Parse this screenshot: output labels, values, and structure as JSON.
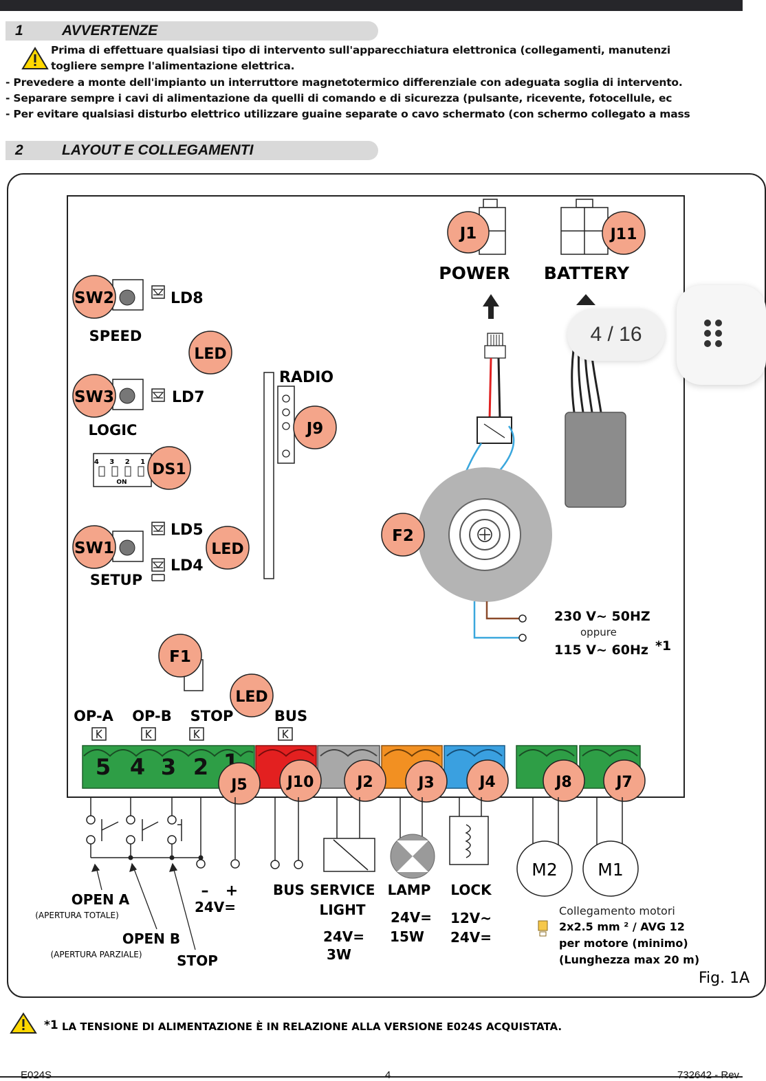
{
  "sections": {
    "s1_num": "1",
    "s1_title": "AVVERTENZE",
    "s2_num": "2",
    "s2_title": "LAYOUT E COLLEGAMENTI"
  },
  "warnings": {
    "w1a": "Prima di effettuare qualsiasi tipo di intervento sull'apparecchiatura elettronica (collegamenti, manutenzi",
    "w1b": "togliere sempre l'alimentazione elettrica.",
    "w2": "-  Prevedere a monte dell'impianto un interruttore magnetotermico differenziale con adeguata soglia di intervento.",
    "w3": "-  Separare sempre i cavi di alimentazione da quelli di comando e di sicurezza (pulsante, ricevente, fotocellule, ec",
    "w4": "-  Per evitare qualsiasi disturbo elettrico utilizzare guaine separate o cavo schermato (con schermo collegato a mass"
  },
  "board": {
    "j1": "J1",
    "j11": "J11",
    "power": "POWER",
    "battery": "BATTERY",
    "sw2": "SW2",
    "ld8": "LD8",
    "speed": "SPEED",
    "led": "LED",
    "sw3": "SW3",
    "ld7": "LD7",
    "logic": "LOGIC",
    "ds1": "DS1",
    "dip_nums": "4 3 2 1",
    "dip_on": "ON",
    "sw1": "SW1",
    "ld5": "LD5",
    "ld4": "LD4",
    "setup": "SETUP",
    "radio": "RADIO",
    "j9": "J9",
    "f2": "F2",
    "f1": "F1",
    "v230": "230 V~ 50HZ",
    "oppure": "oppure",
    "v115": "115 V~ 60Hz",
    "v115_note": "*1",
    "opa": "OP-A",
    "opb": "OP-B",
    "stop": "STOP",
    "bus": "BUS",
    "t5": "5",
    "t4": "4",
    "t3": "3",
    "t2": "2",
    "t1": "1",
    "j5": "J5",
    "j10": "J10",
    "j2": "J2",
    "j3": "J3",
    "j4": "J4",
    "j8": "J8",
    "j7": "J7",
    "m2": "M2",
    "m1": "M1"
  },
  "wiring": {
    "open_a": "OPEN A",
    "open_a_sub": "(APERTURA TOTALE)",
    "open_b": "OPEN B",
    "open_b_sub": "(APERTURA PARZIALE)",
    "stop": "STOP",
    "minus": "–",
    "plus": "+",
    "v24dc": "24V=",
    "bus": "BUS",
    "service": "SERVICE",
    "light": "LIGHT",
    "service_v": "24V=",
    "service_w": "3W",
    "lamp": "LAMP",
    "lamp_v": "24V=",
    "lamp_w": "15W",
    "lock": "LOCK",
    "lock_v1": "12V~",
    "lock_v2": "24V=",
    "motor_title": "Collegamento motori",
    "motor_l1": "2x2.5 mm ² / AVG 12",
    "motor_l2": "per motore  (minimo)",
    "motor_l3": "(Lunghezza max 20 m)",
    "fig": "Fig. 1A"
  },
  "ui": {
    "page_indicator": "4 / 16"
  },
  "footnote": {
    "mark": "*1",
    "text": "LA TENSIONE DI ALIMENTAZIONE È IN RELAZIONE ALLA VERSIONE E024S ACQUISTATA."
  },
  "footer": {
    "model": "E024S",
    "page": "4",
    "code": "732642 - Rev"
  },
  "colors": {
    "badge": "#f4a58a",
    "term_green": "#2e9e46",
    "term_red": "#e32020",
    "term_gray": "#a8a8a8",
    "term_orange": "#f29022",
    "term_blue": "#3aa0e0",
    "wire_blue": "#3aa7dd",
    "wire_brown": "#8b4a2a",
    "wire_red": "#e02020",
    "battery": "#8c8c8c"
  }
}
